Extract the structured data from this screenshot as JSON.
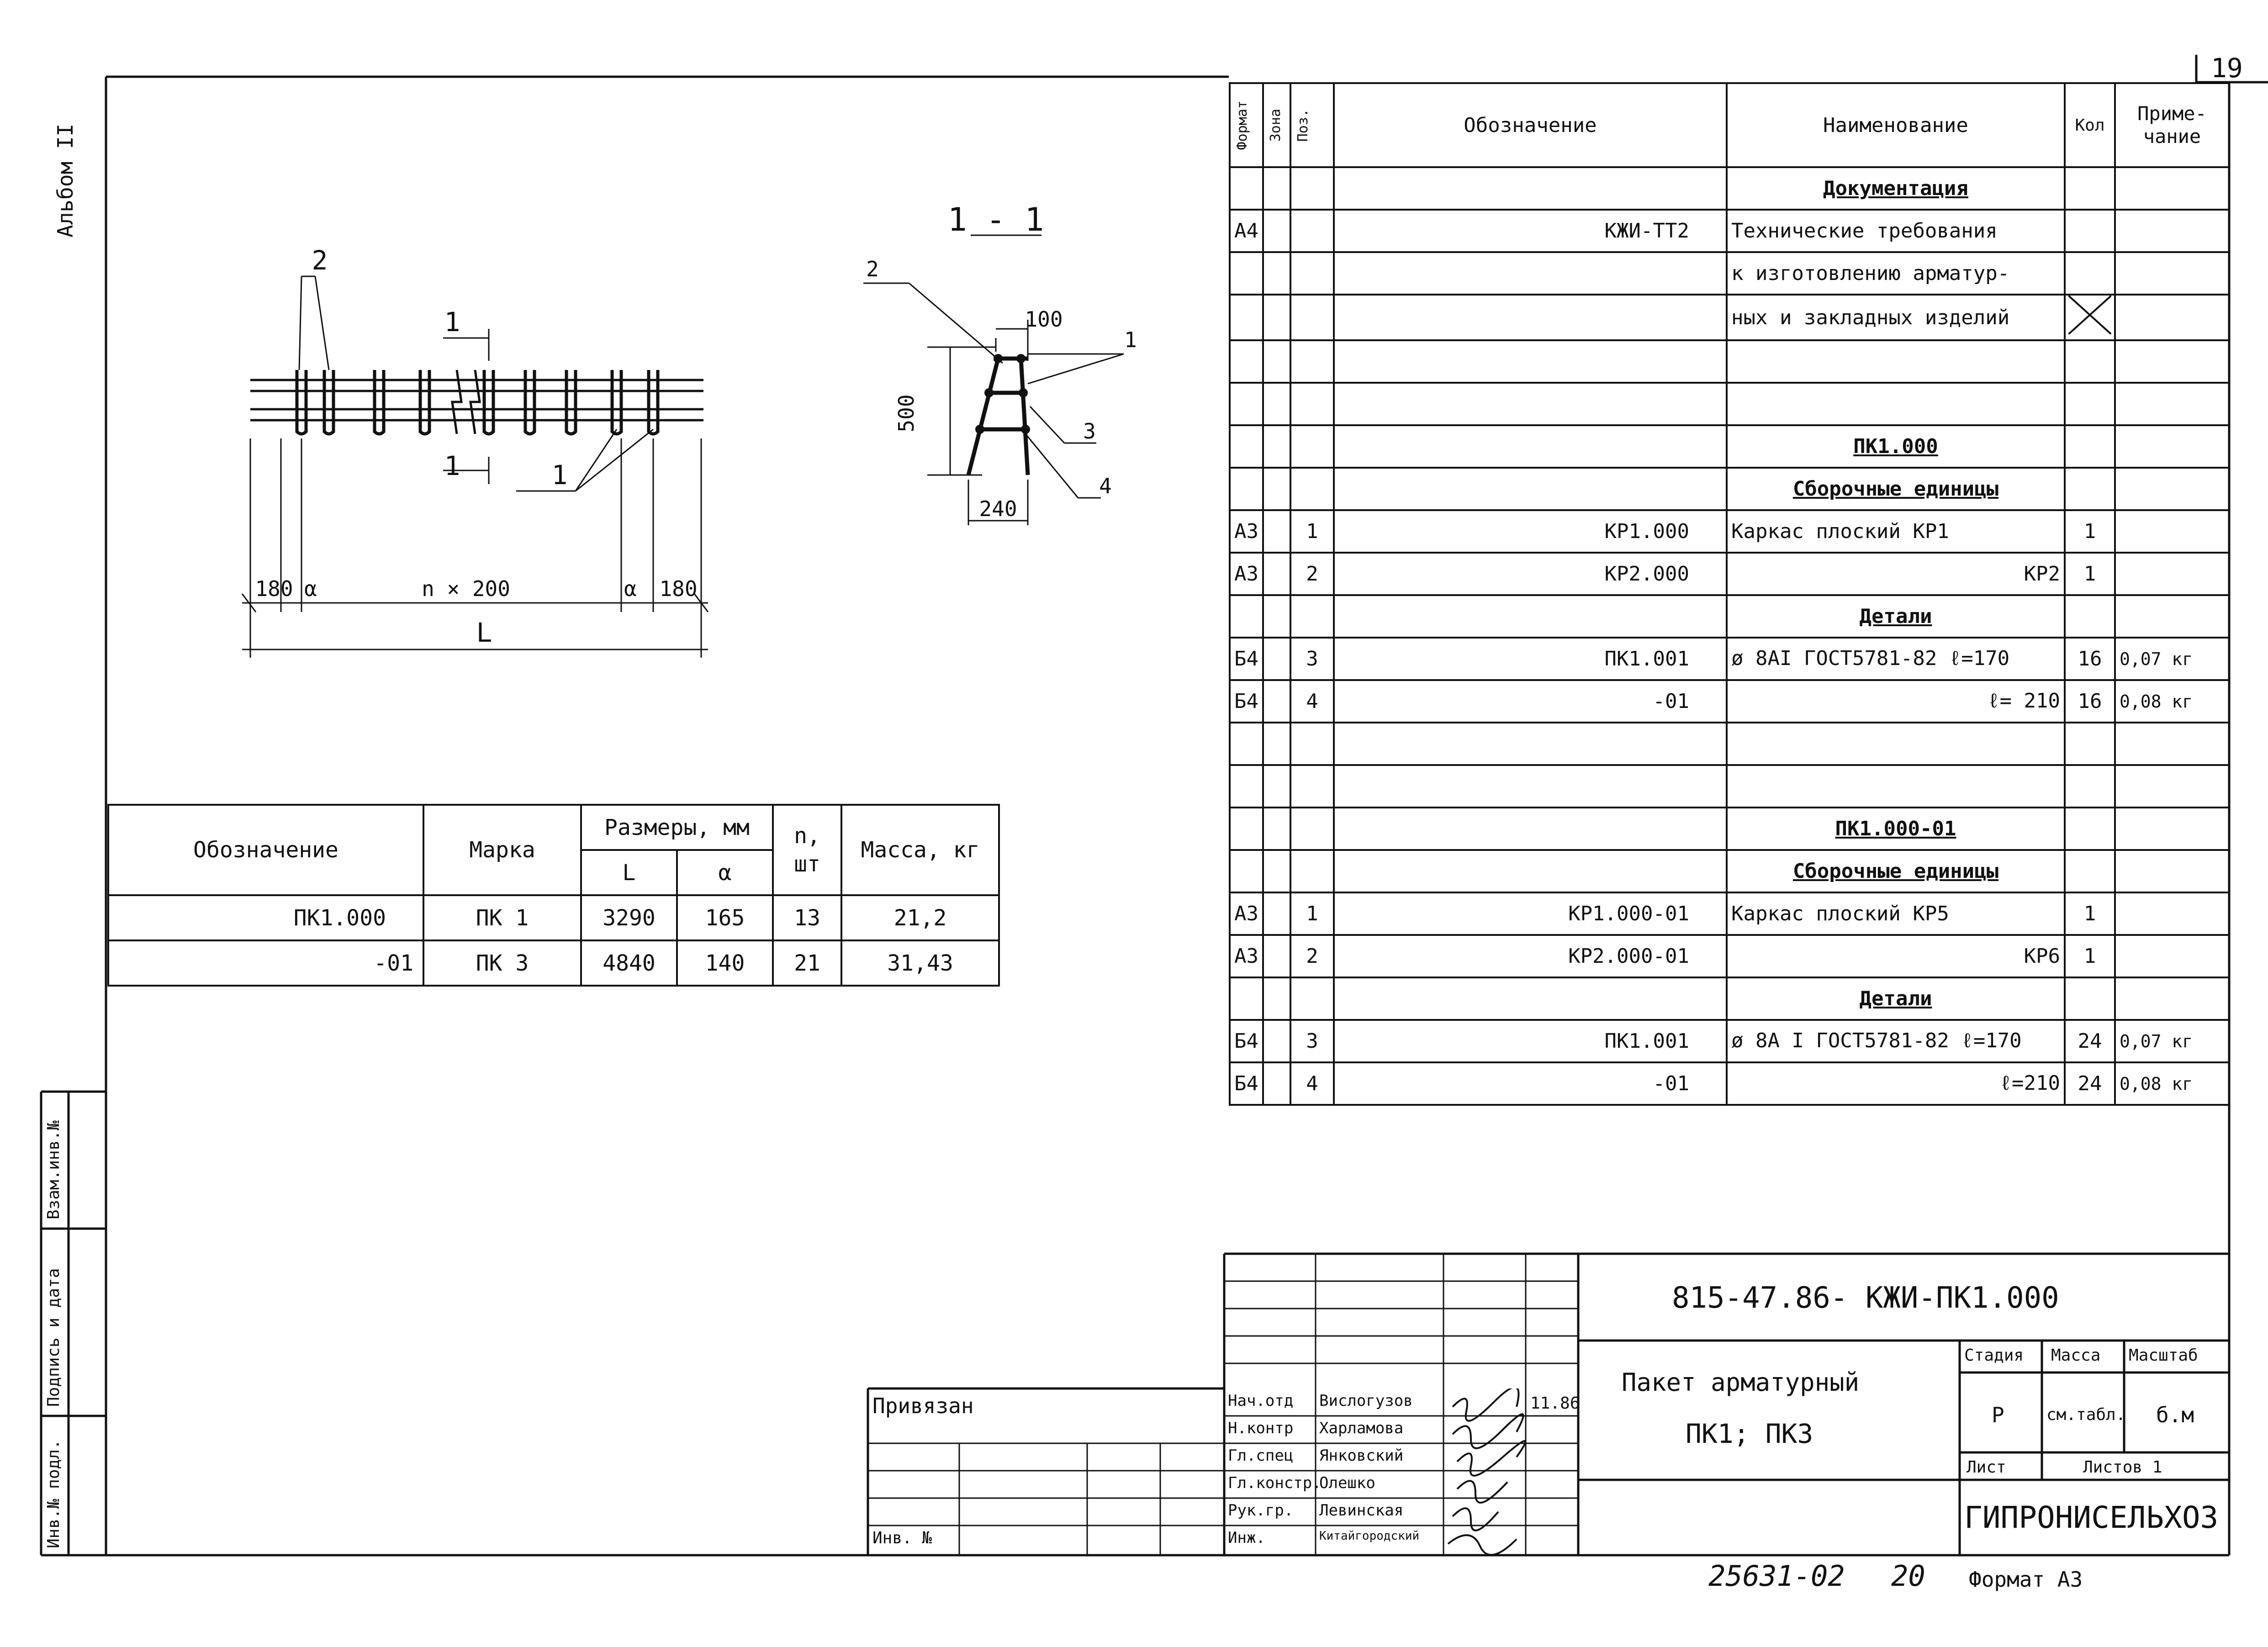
{
  "page_number": "19",
  "album": "Альбом II",
  "side_labels": [
    "Взам.инв.№",
    "Подпись и дата",
    "Инв.№ подл."
  ],
  "section_label": "1 - 1",
  "drawing": {
    "callouts": [
      "2",
      "1",
      "1",
      "1",
      "2",
      "1",
      "3",
      "4"
    ],
    "dims": [
      "180",
      "α",
      "n × 200",
      "α",
      "180",
      "L",
      "100",
      "500",
      "240"
    ]
  },
  "dim_table": {
    "headers": {
      "designation": "Обозначение",
      "mark": "Марка",
      "sizes": "Размеры, мм",
      "L": "L",
      "a": "α",
      "n": "n, шт",
      "mass": "Масса, кг"
    },
    "rows": [
      {
        "designation": "ПК1.000",
        "mark": "ПК 1",
        "L": "3290",
        "a": "165",
        "n": "13",
        "mass": "21,2"
      },
      {
        "designation": "-01",
        "mark": "ПК 3",
        "L": "4840",
        "a": "140",
        "n": "21",
        "mass": "31,43"
      }
    ]
  },
  "spec_table": {
    "headers": {
      "format": "Формат",
      "zone": "Зона",
      "pos": "Поз.",
      "designation": "Обозначение",
      "name": "Наименование",
      "qty": "Кол",
      "note": "Приме- чание"
    },
    "rows": [
      {
        "format": "",
        "zone": "",
        "pos": "",
        "designation": "",
        "name": "Документация",
        "qty": "",
        "note": "",
        "section": true
      },
      {
        "format": "А4",
        "zone": "",
        "pos": "",
        "designation": "КЖИ-ТТ2",
        "name": "Технические требования",
        "qty": "",
        "note": ""
      },
      {
        "format": "",
        "zone": "",
        "pos": "",
        "designation": "",
        "name": "к изготовлению арматур-",
        "qty": "",
        "note": ""
      },
      {
        "format": "",
        "zone": "",
        "pos": "",
        "designation": "",
        "name": "ных и закладных изделий",
        "qty": "",
        "note": "",
        "cross": true
      },
      {
        "format": "",
        "zone": "",
        "pos": "",
        "designation": "",
        "name": "",
        "qty": "",
        "note": ""
      },
      {
        "format": "",
        "zone": "",
        "pos": "",
        "designation": "",
        "name": "",
        "qty": "",
        "note": ""
      },
      {
        "format": "",
        "zone": "",
        "pos": "",
        "designation": "",
        "name": "ПК1.000",
        "qty": "",
        "note": "",
        "section": true
      },
      {
        "format": "",
        "zone": "",
        "pos": "",
        "designation": "",
        "name": "Сборочные единицы",
        "qty": "",
        "note": "",
        "section": true
      },
      {
        "format": "А3",
        "zone": "",
        "pos": "1",
        "designation": "КР1.000",
        "name": "Каркас плоский КР1",
        "qty": "1",
        "note": ""
      },
      {
        "format": "А3",
        "zone": "",
        "pos": "2",
        "designation": "КР2.000",
        "name": "КР2",
        "qty": "1",
        "note": "",
        "right_name": true
      },
      {
        "format": "",
        "zone": "",
        "pos": "",
        "designation": "",
        "name": "Детали",
        "qty": "",
        "note": "",
        "section": true
      },
      {
        "format": "Б4",
        "zone": "",
        "pos": "3",
        "designation": "ПК1.001",
        "name": "ø 8АI ГОСТ5781-82 ℓ=170",
        "qty": "16",
        "note": "0,07 кг"
      },
      {
        "format": "Б4",
        "zone": "",
        "pos": "4",
        "designation": "-01",
        "name": "ℓ= 210",
        "qty": "16",
        "note": "0,08 кг",
        "right_name": true
      },
      {
        "format": "",
        "zone": "",
        "pos": "",
        "designation": "",
        "name": "",
        "qty": "",
        "note": ""
      },
      {
        "format": "",
        "zone": "",
        "pos": "",
        "designation": "",
        "name": "",
        "qty": "",
        "note": ""
      },
      {
        "format": "",
        "zone": "",
        "pos": "",
        "designation": "",
        "name": "ПК1.000-01",
        "qty": "",
        "note": "",
        "section": true
      },
      {
        "format": "",
        "zone": "",
        "pos": "",
        "designation": "",
        "name": "Сборочные единицы",
        "qty": "",
        "note": "",
        "section": true
      },
      {
        "format": "А3",
        "zone": "",
        "pos": "1",
        "designation": "КР1.000-01",
        "name": "Каркас плоский КР5",
        "qty": "1",
        "note": ""
      },
      {
        "format": "А3",
        "zone": "",
        "pos": "2",
        "designation": "КР2.000-01",
        "name": "КР6",
        "qty": "1",
        "note": "",
        "right_name": true
      },
      {
        "format": "",
        "zone": "",
        "pos": "",
        "designation": "",
        "name": "Детали",
        "qty": "",
        "note": "",
        "section": true
      },
      {
        "format": "Б4",
        "zone": "",
        "pos": "3",
        "designation": "ПК1.001",
        "name": "ø 8А I ГОСТ5781-82 ℓ=170",
        "qty": "24",
        "note": "0,07 кг"
      },
      {
        "format": "Б4",
        "zone": "",
        "pos": "4",
        "designation": "-01",
        "name": "ℓ=210",
        "qty": "24",
        "note": "0,08 кг",
        "right_name": true
      }
    ]
  },
  "title_block": {
    "doc_code": "815-47.86- КЖИ-ПК1.000",
    "title_line1": "Пакет арматурный",
    "title_line2": "ПК1; ПК3",
    "stage_label": "Стадия",
    "mass_label": "Масса",
    "scale_label": "Масштаб",
    "stage": "Р",
    "mass": "см.табл.",
    "scale": "б.м",
    "sheet_label": "Лист",
    "sheets_label": "Листов 1",
    "org": "ГИПРОНИСЕЛЬХОЗ",
    "linked": "Привязан",
    "inv": "Инв. №",
    "date": "11.86",
    "staff": [
      {
        "role": "Нач.отд",
        "name": "Вислогузов"
      },
      {
        "role": "Н.контр",
        "name": "Харламова"
      },
      {
        "role": "Гл.спец",
        "name": "Янковский"
      },
      {
        "role": "Гл.констр.",
        "name": "Олешко"
      },
      {
        "role": "Рук.гр.",
        "name": "Левинская"
      },
      {
        "role": "Инж.",
        "name": "Китайгородский"
      }
    ]
  },
  "footer": {
    "order": "25631-02",
    "num": "20",
    "format": "Формат А3"
  }
}
